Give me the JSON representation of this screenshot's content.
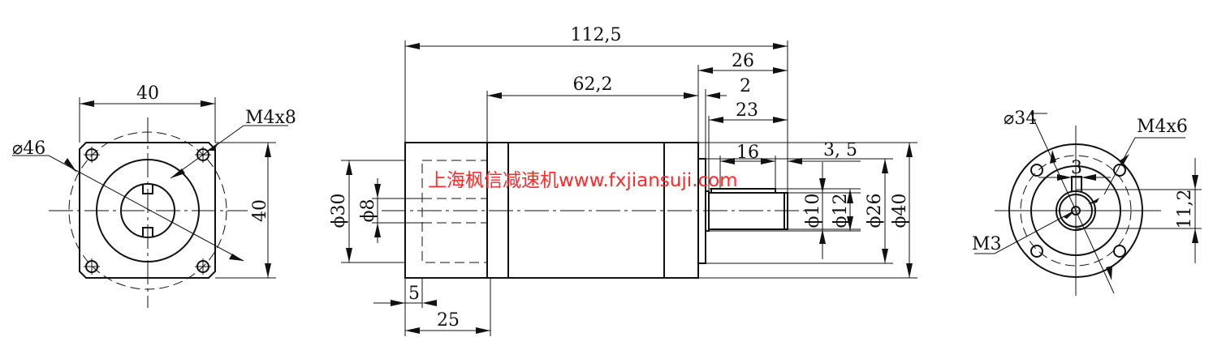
{
  "watermark": {
    "text": "上海枫信减速机www.fxjiansuji.com",
    "color": "#ff2a2a"
  },
  "front_view": {
    "width": "40",
    "height": "40",
    "pcd": "⌀46",
    "thread": "M4x8"
  },
  "side_view": {
    "overall_length": "112,5",
    "body_length": "62,2",
    "output_length": "26",
    "flange_thickness": "2",
    "shaft_length": "23",
    "key_length": "16",
    "key_offset": "3, 5",
    "shaft_dia": "ϕ10",
    "shoulder_dia": "ϕ12",
    "pilot_dia": "ϕ26",
    "body_dia": "ϕ40",
    "input_dia": "ϕ30",
    "input_bore": "ϕ8",
    "input_depth": "5",
    "input_length": "25"
  },
  "rear_view": {
    "pcd": "⌀34",
    "thread": "M4x6",
    "center_thread": "M3",
    "key_width": "3",
    "key_height": "11,2"
  }
}
